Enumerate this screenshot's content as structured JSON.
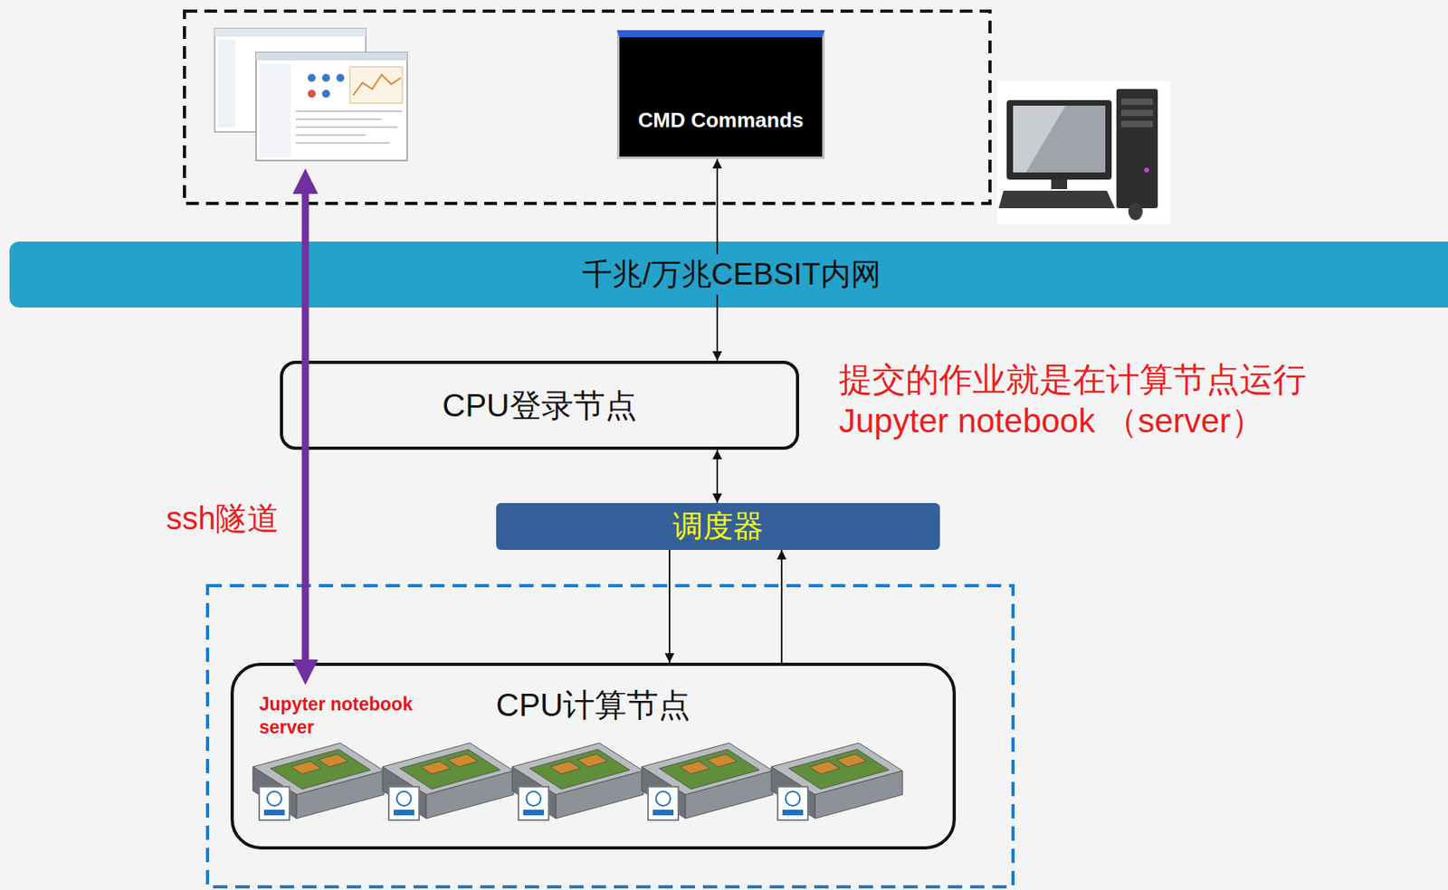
{
  "diagram": {
    "nodes": [
      {
        "text": [
          "CMD Commands"
        ]
      },
      {
        "text": [
          "千兆/万兆CEBSIT内网"
        ]
      },
      {
        "text": [
          "CPU登录节点"
        ]
      },
      {
        "text": [
          "调度器"
        ]
      },
      {
        "text": [
          "CPU计算节点",
          "Jupyter notebook server"
        ]
      }
    ],
    "edges": [
      {
        "from": 0,
        "to": 2,
        "arrow": "both"
      },
      {
        "from": 2,
        "to": 3,
        "arrow": "both"
      },
      {
        "from": 3,
        "to": 4,
        "arrow": "to"
      },
      {
        "from": 4,
        "to": 3,
        "arrow": "to"
      }
    ],
    "labels": [
      "提交的作业就是在计算节点运行 Jupyter notebook （server）",
      "ssh隧道"
    ]
  }
}
